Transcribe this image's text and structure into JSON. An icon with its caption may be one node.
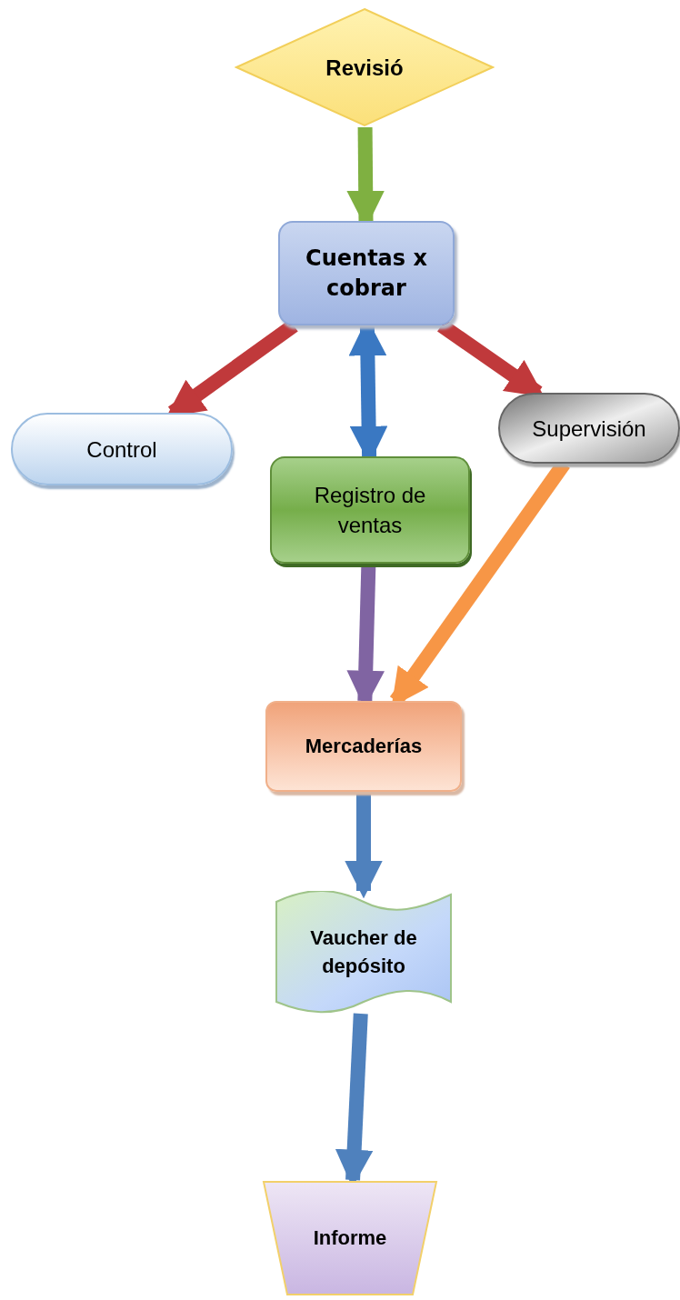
{
  "diagram": {
    "nodes": [
      {
        "text": [
          "Revisió"
        ]
      },
      {
        "text": [
          "Cuentas x cobrar"
        ]
      },
      {
        "text": [
          "Control"
        ]
      },
      {
        "text": [
          "Supervisión"
        ]
      },
      {
        "text": [
          "Registro de ventas"
        ]
      },
      {
        "text": [
          "Mercaderías"
        ]
      },
      {
        "text": [
          "Vaucher de depósito"
        ]
      },
      {
        "text": [
          "Informe"
        ]
      }
    ],
    "edges": [
      {
        "from": 0,
        "to": 1,
        "arrow": "to",
        "color": "#7fb041"
      },
      {
        "from": 1,
        "to": 2,
        "arrow": "to",
        "color": "#c0393b"
      },
      {
        "from": 1,
        "to": 4,
        "arrow": "both",
        "color": "#3a78c2"
      },
      {
        "from": 1,
        "to": 3,
        "arrow": "to",
        "color": "#c0393b"
      },
      {
        "from": 4,
        "to": 5,
        "arrow": "to",
        "color": "#8064a2"
      },
      {
        "from": 3,
        "to": 5,
        "arrow": "to",
        "color": "#f79646"
      },
      {
        "from": 5,
        "to": 6,
        "arrow": "to",
        "color": "#4f81bd"
      },
      {
        "from": 6,
        "to": 7,
        "arrow": "to",
        "color": "#4f81bd"
      }
    ]
  }
}
